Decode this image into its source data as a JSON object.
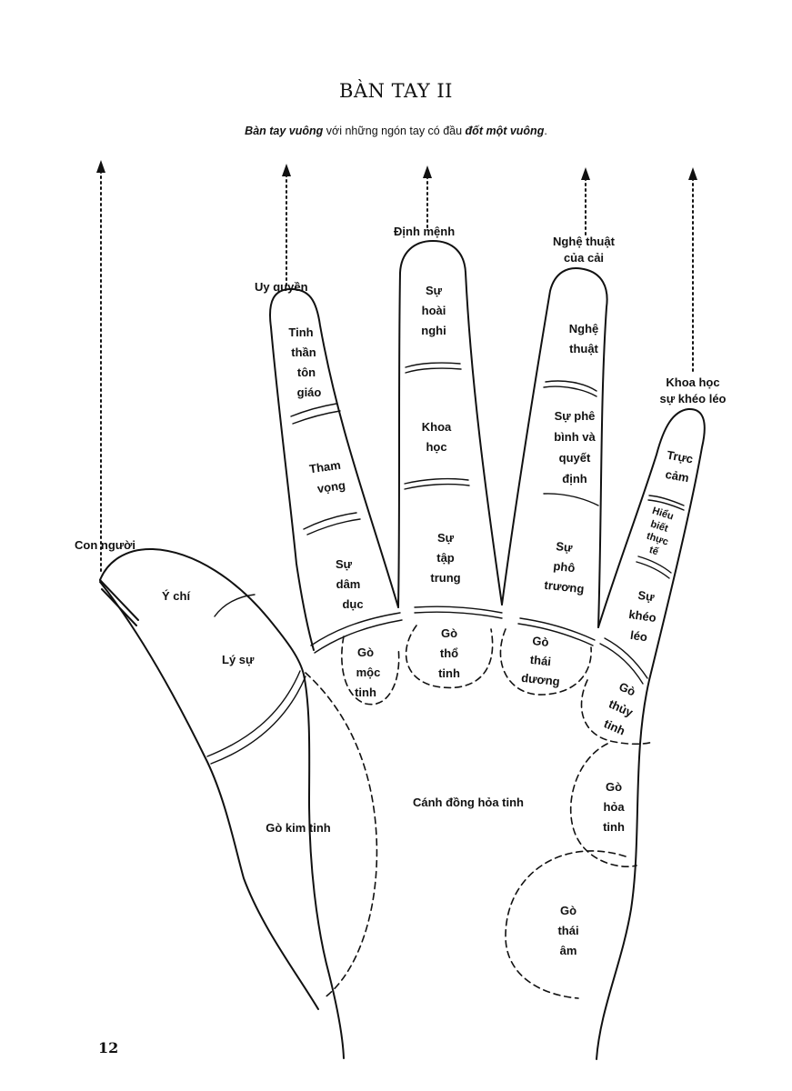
{
  "title": "BÀN TAY II",
  "subtitle": {
    "part1": "Bàn tay vuông",
    "part2": " với những ngón tay có đầu ",
    "part3": "đốt một vuông",
    "part4": "."
  },
  "page_number": "12",
  "labels": {
    "con_nguoi": "Con người",
    "uy_quyen": "Uy quyền",
    "dinh_menh": "Định mệnh",
    "nghe_thuat_cua_cai_1": "Nghệ thuật",
    "nghe_thuat_cua_cai_2": "của cải",
    "khoa_hoc_kheo_leo_1": "Khoa  học",
    "khoa_hoc_kheo_leo_2": "sự khéo léo",
    "y_chi": "Ý chí",
    "ly_su": "Lý sự",
    "tinh_than_ton_giao": [
      "Tinh",
      "thần",
      "tôn",
      "giáo"
    ],
    "tham_vong": [
      "Tham",
      "vọng"
    ],
    "su_dam_duc": [
      "Sự",
      "dâm",
      "dục"
    ],
    "go_moc_tinh": [
      "Gò",
      "mộc",
      "tinh"
    ],
    "su_hoai_nghi": [
      "Sự",
      "hoài",
      "nghi"
    ],
    "khoa_hoc": [
      "Khoa",
      "học"
    ],
    "su_tap_trung": [
      "Sự",
      "tập",
      "trung"
    ],
    "go_tho_tinh": [
      "Gò",
      "thổ",
      "tinh"
    ],
    "nghe_thuat": [
      "Nghệ",
      "thuật"
    ],
    "su_phe_binh": [
      "Sự phê",
      "bình và",
      "quyết",
      "định"
    ],
    "su_pho_truong": [
      "Sự",
      "phô",
      "trương"
    ],
    "go_thai_duong": [
      "Gò",
      "thái",
      "dương"
    ],
    "truc_cam": [
      "Trực",
      "cảm"
    ],
    "hieu_biet_thuc_te": [
      "Hiểu",
      "biết",
      "thực",
      "tế"
    ],
    "su_kheo_leo": [
      "Sự",
      "khéo",
      "léo"
    ],
    "go_thuy_tinh": [
      "Gò",
      "thủy",
      "tinh"
    ],
    "canh_dong_hoa_tinh": "Cánh đồng hỏa tinh",
    "go_kim_tinh": "Gò kim tinh",
    "go_hoa_tinh": [
      "Gò",
      "hỏa",
      "tinh"
    ],
    "go_thai_am": [
      "Gò",
      "thái",
      "âm"
    ]
  }
}
